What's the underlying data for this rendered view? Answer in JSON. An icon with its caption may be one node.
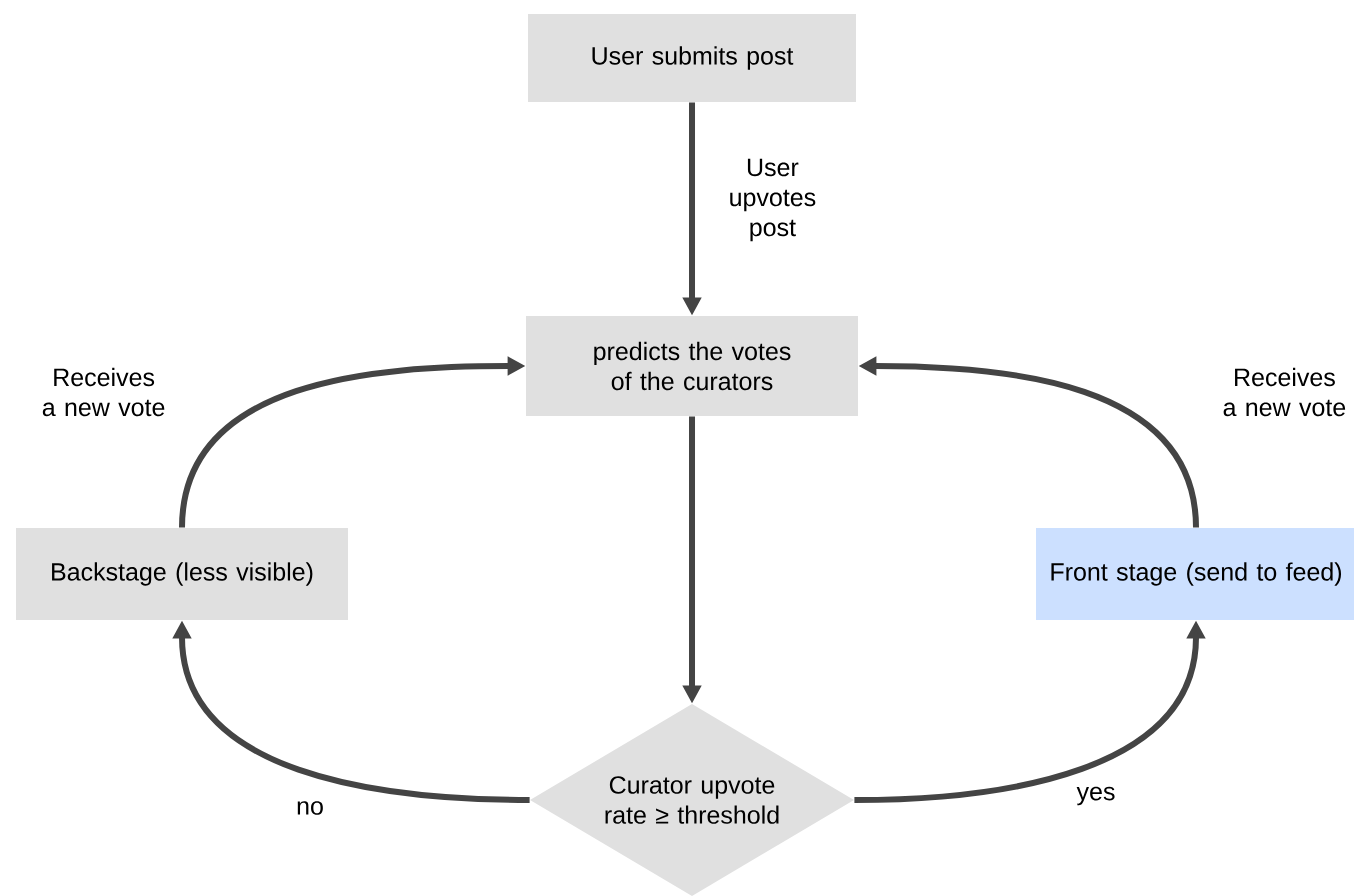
{
  "diagram": {
    "nodes": [
      {
        "text": [
          "User submits post"
        ]
      },
      {
        "text": [
          "predicts the votes of the curators"
        ]
      },
      {
        "text": [
          "Backstage (less visible)"
        ]
      },
      {
        "text": [
          "Front stage (send to feed)"
        ]
      },
      {
        "text": [
          "Curator upvote rate ≥ threshold"
        ]
      }
    ],
    "edges": [
      {
        "from": 0,
        "to": 1,
        "arrow": "to",
        "label": "User upvotes post"
      },
      {
        "from": 1,
        "to": 4,
        "arrow": "to"
      },
      {
        "from": 4,
        "to": 2,
        "arrow": "to",
        "label": "no"
      },
      {
        "from": 4,
        "to": 3,
        "arrow": "to",
        "label": "yes"
      },
      {
        "from": 2,
        "to": 1,
        "arrow": "to",
        "label": "Receives a new vote"
      },
      {
        "from": 3,
        "to": 1,
        "arrow": "to",
        "label": "Receives a new vote"
      }
    ]
  }
}
